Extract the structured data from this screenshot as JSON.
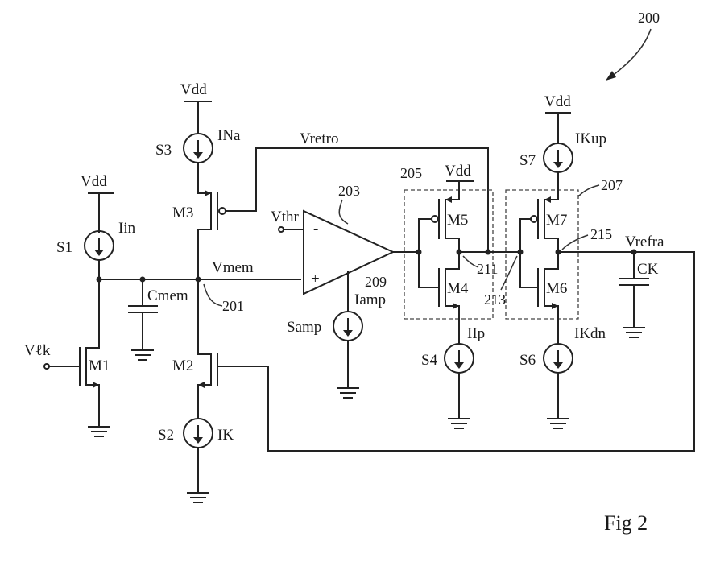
{
  "figure": {
    "ref_number": "200",
    "caption": "Fig 2"
  },
  "labels": {
    "vdd": "Vdd",
    "vlk": "Vℓk",
    "vthr": "Vthr",
    "vmem": "Vmem",
    "vretro": "Vretro",
    "vrefra": "Vrefra",
    "cmem": "Cmem",
    "ck": "CK",
    "m1": "M1",
    "m2": "M2",
    "m3": "M3",
    "m4": "M4",
    "m5": "M5",
    "m6": "M6",
    "m7": "M7",
    "s1": "S1",
    "s2": "S2",
    "s3": "S3",
    "s4": "S4",
    "s6": "S6",
    "s7": "S7",
    "samp": "Samp",
    "iin": "Iin",
    "ik": "IK",
    "ina": "INa",
    "iamp": "Iamp",
    "iip": "IIp",
    "ikdn": "IKdn",
    "ikup": "IKup",
    "amp_plus": "+",
    "amp_minus": "-"
  },
  "ref_nodes": {
    "n201": "201",
    "n203": "203",
    "n205": "205",
    "n207": "207",
    "n209": "209",
    "n211": "211",
    "n213": "213",
    "n215": "215"
  }
}
